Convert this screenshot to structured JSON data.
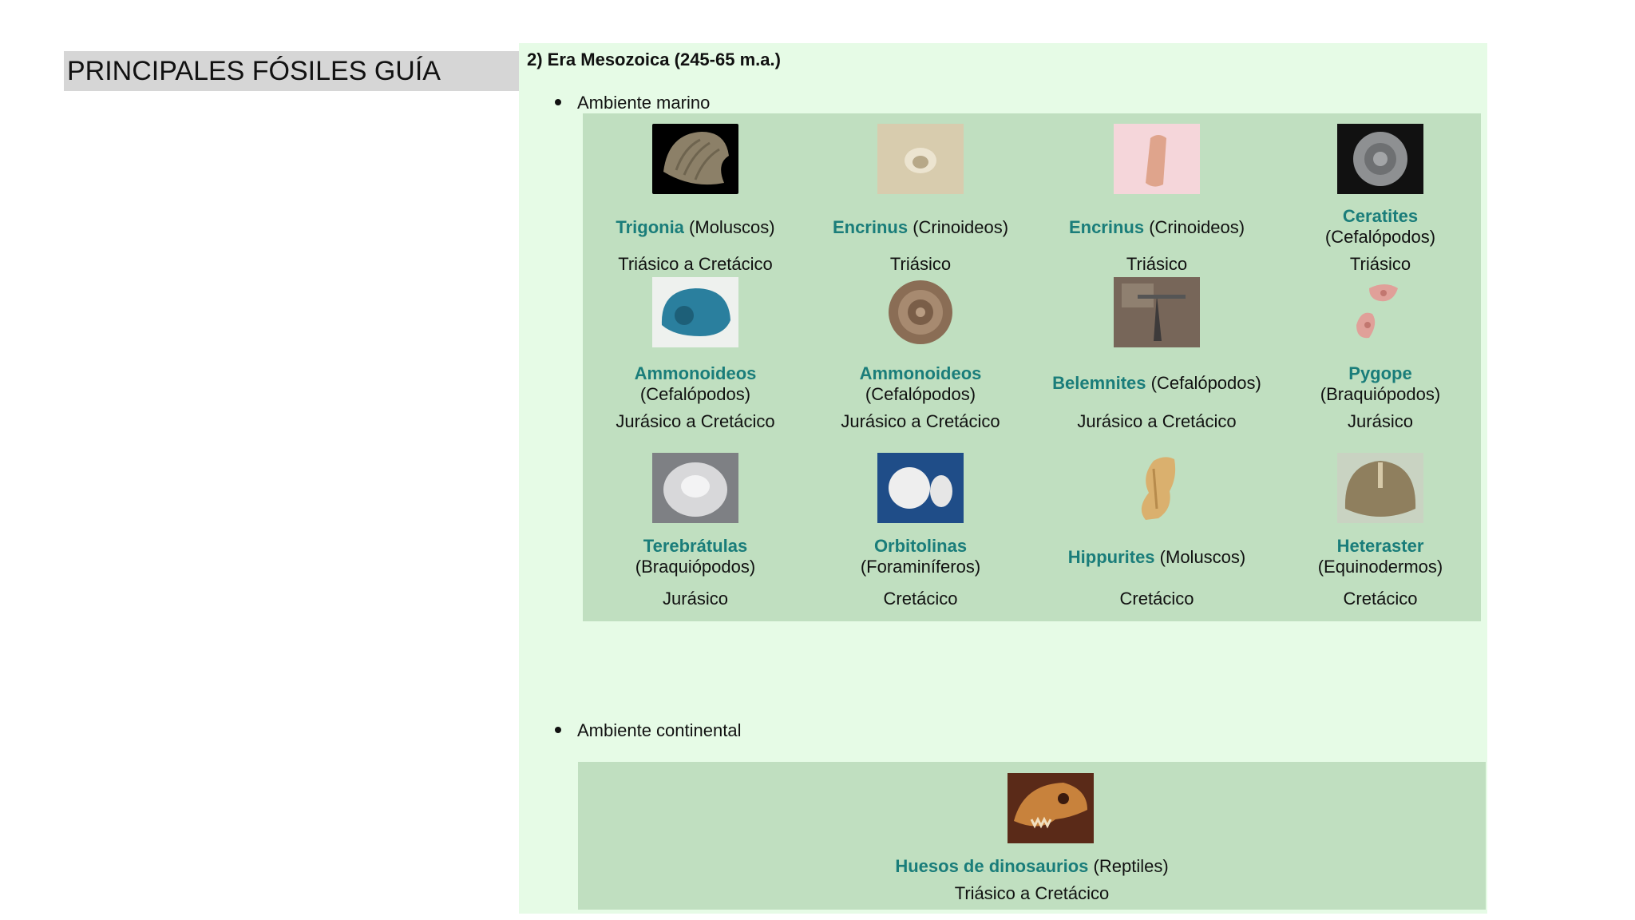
{
  "page_title": "PRINCIPALES FÓSILES GUÍA",
  "era_heading": "2) Era Mesozoica (245-65 m.a.)",
  "marine": {
    "label": "Ambiente marino",
    "fossils": [
      {
        "genus": "Trigonia",
        "group": "(Moluscos)",
        "age": "Triásico a Cretácico",
        "image": "trigonia-photo"
      },
      {
        "genus": "Encrinus",
        "group": "(Crinoideos)",
        "age": "Triásico",
        "image": "encrinus-photo"
      },
      {
        "genus": "Encrinus",
        "group": "(Crinoideos)",
        "age": "Triásico",
        "image": "encrinus-stem-photo"
      },
      {
        "genus": "Ceratites",
        "group": "(Cefalópodos)",
        "age": "Triásico",
        "image": "ceratites-photo"
      },
      {
        "genus": "Ammonoideos",
        "group": "(Cefalópodos)",
        "age": "Jurásico a Cretácico",
        "image": "ammonoid-blue-photo"
      },
      {
        "genus": "Ammonoideos",
        "group": "(Cefalópodos)",
        "age": "Jurásico a Cretácico",
        "image": "ammonoid-brown-photo"
      },
      {
        "genus": "Belemnites",
        "group": "(Cefalópodos)",
        "age": "Jurásico a Cretácico",
        "image": "belemnites-photo"
      },
      {
        "genus": "Pygope",
        "group": "(Braquiópodos)",
        "age": "Jurásico",
        "image": "pygope-photo"
      },
      {
        "genus": "Terebrátulas",
        "group": "(Braquiópodos)",
        "age": "Jurásico",
        "image": "terebratula-photo"
      },
      {
        "genus": "Orbitolinas",
        "group": "(Foraminíferos)",
        "age": "Cretácico",
        "image": "orbitolina-photo"
      },
      {
        "genus": "Hippurites",
        "group": "(Moluscos)",
        "age": "Cretácico",
        "image": "hippurites-photo"
      },
      {
        "genus": "Heteraster",
        "group": "(Equinodermos)",
        "age": "Cretácico",
        "image": "heteraster-photo"
      }
    ]
  },
  "continental": {
    "label": "Ambiente continental",
    "fossil": {
      "genus": "Huesos de dinosaurios",
      "group": "(Reptiles)",
      "age": "Triásico a Cretácico",
      "image": "dinosaur-skull-photo"
    }
  },
  "colors": {
    "panel_bg": "#e6fbe6",
    "grid_bg": "#c0dfc0",
    "genus": "#1a7d7a",
    "title_bg": "#d6d6d6"
  }
}
